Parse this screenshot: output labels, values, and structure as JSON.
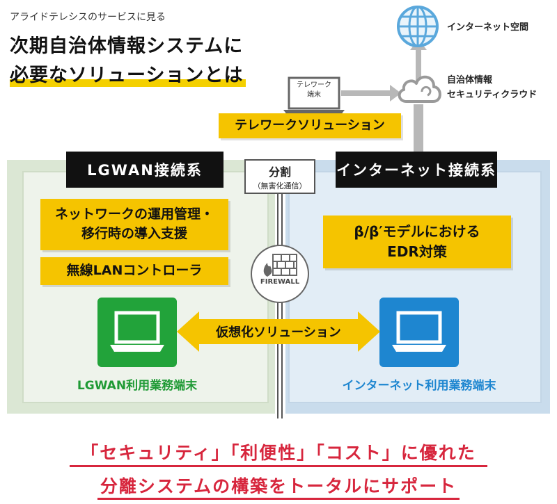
{
  "header": {
    "subtitle": "アライドテレシスのサービスに見る",
    "title_line1": "次期自治体情報システムに",
    "title_line2": "必要なソリューションとは"
  },
  "top": {
    "internet_label": "インターネット空間",
    "cloud_label_line1": "自治体情報",
    "cloud_label_line2": "セキュリティクラウド",
    "telework_terminal_line1": "テレワーク",
    "telework_terminal_line2": "端末",
    "telework_solution": "テレワークソリューション"
  },
  "left": {
    "header": "LGWAN接続系",
    "box1_line1": "ネットワークの運用管理・",
    "box1_line2": "移行時の導入支援",
    "box2": "無線LANコントローラ",
    "terminal_label": "LGWAN利用業務端末"
  },
  "divider": {
    "label": "分割",
    "sublabel": "（無害化通信）",
    "firewall": "FIREWALL"
  },
  "right": {
    "header": "インターネット接続系",
    "box1_line1": "β/β′モデルにおける",
    "box1_line2": "EDR対策",
    "terminal_label": "インターネット利用業務端末"
  },
  "virtualization": "仮想化ソリューション",
  "footer": {
    "line1": "「セキュリティ」「利便性」「コスト」に優れた",
    "line2": "分離システムの構築をトータルにサポート"
  },
  "colors": {
    "yellow": "#f5c400",
    "green": "#22a33a",
    "blue": "#1e86d0",
    "red": "#d7263d"
  }
}
